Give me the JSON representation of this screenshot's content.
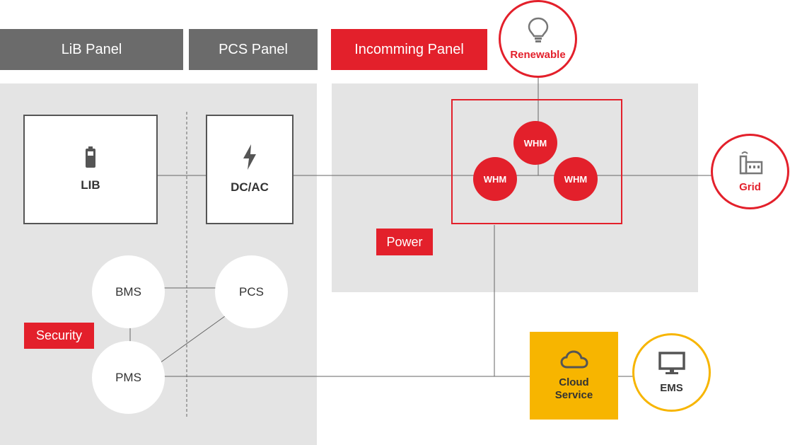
{
  "headers": {
    "lib_panel": "LiB Panel",
    "pcs_panel": "PCS Panel",
    "incoming_panel": "Incomming Panel"
  },
  "nodes": {
    "lib": "LIB",
    "dcac": "DC/AC",
    "bms": "BMS",
    "pcs": "PCS",
    "pms": "PMS",
    "whm_top": "WHM",
    "whm_left": "WHM",
    "whm_right": "WHM",
    "renewable": "Renewable",
    "grid": "Grid",
    "cloud_service": "Cloud\nService",
    "ems": "EMS"
  },
  "tags": {
    "security": "Security",
    "power": "Power"
  },
  "colors": {
    "red": "#e3202b",
    "dark_gray": "#6b6b6b",
    "panel_gray": "#e4e4e4",
    "amber": "#f7b500"
  },
  "icons": {
    "lib": "battery-icon",
    "dcac": "lightning-icon",
    "renewable": "lightbulb-icon",
    "grid": "factory-icon",
    "cloud_service": "cloud-icon",
    "ems": "monitor-icon"
  }
}
